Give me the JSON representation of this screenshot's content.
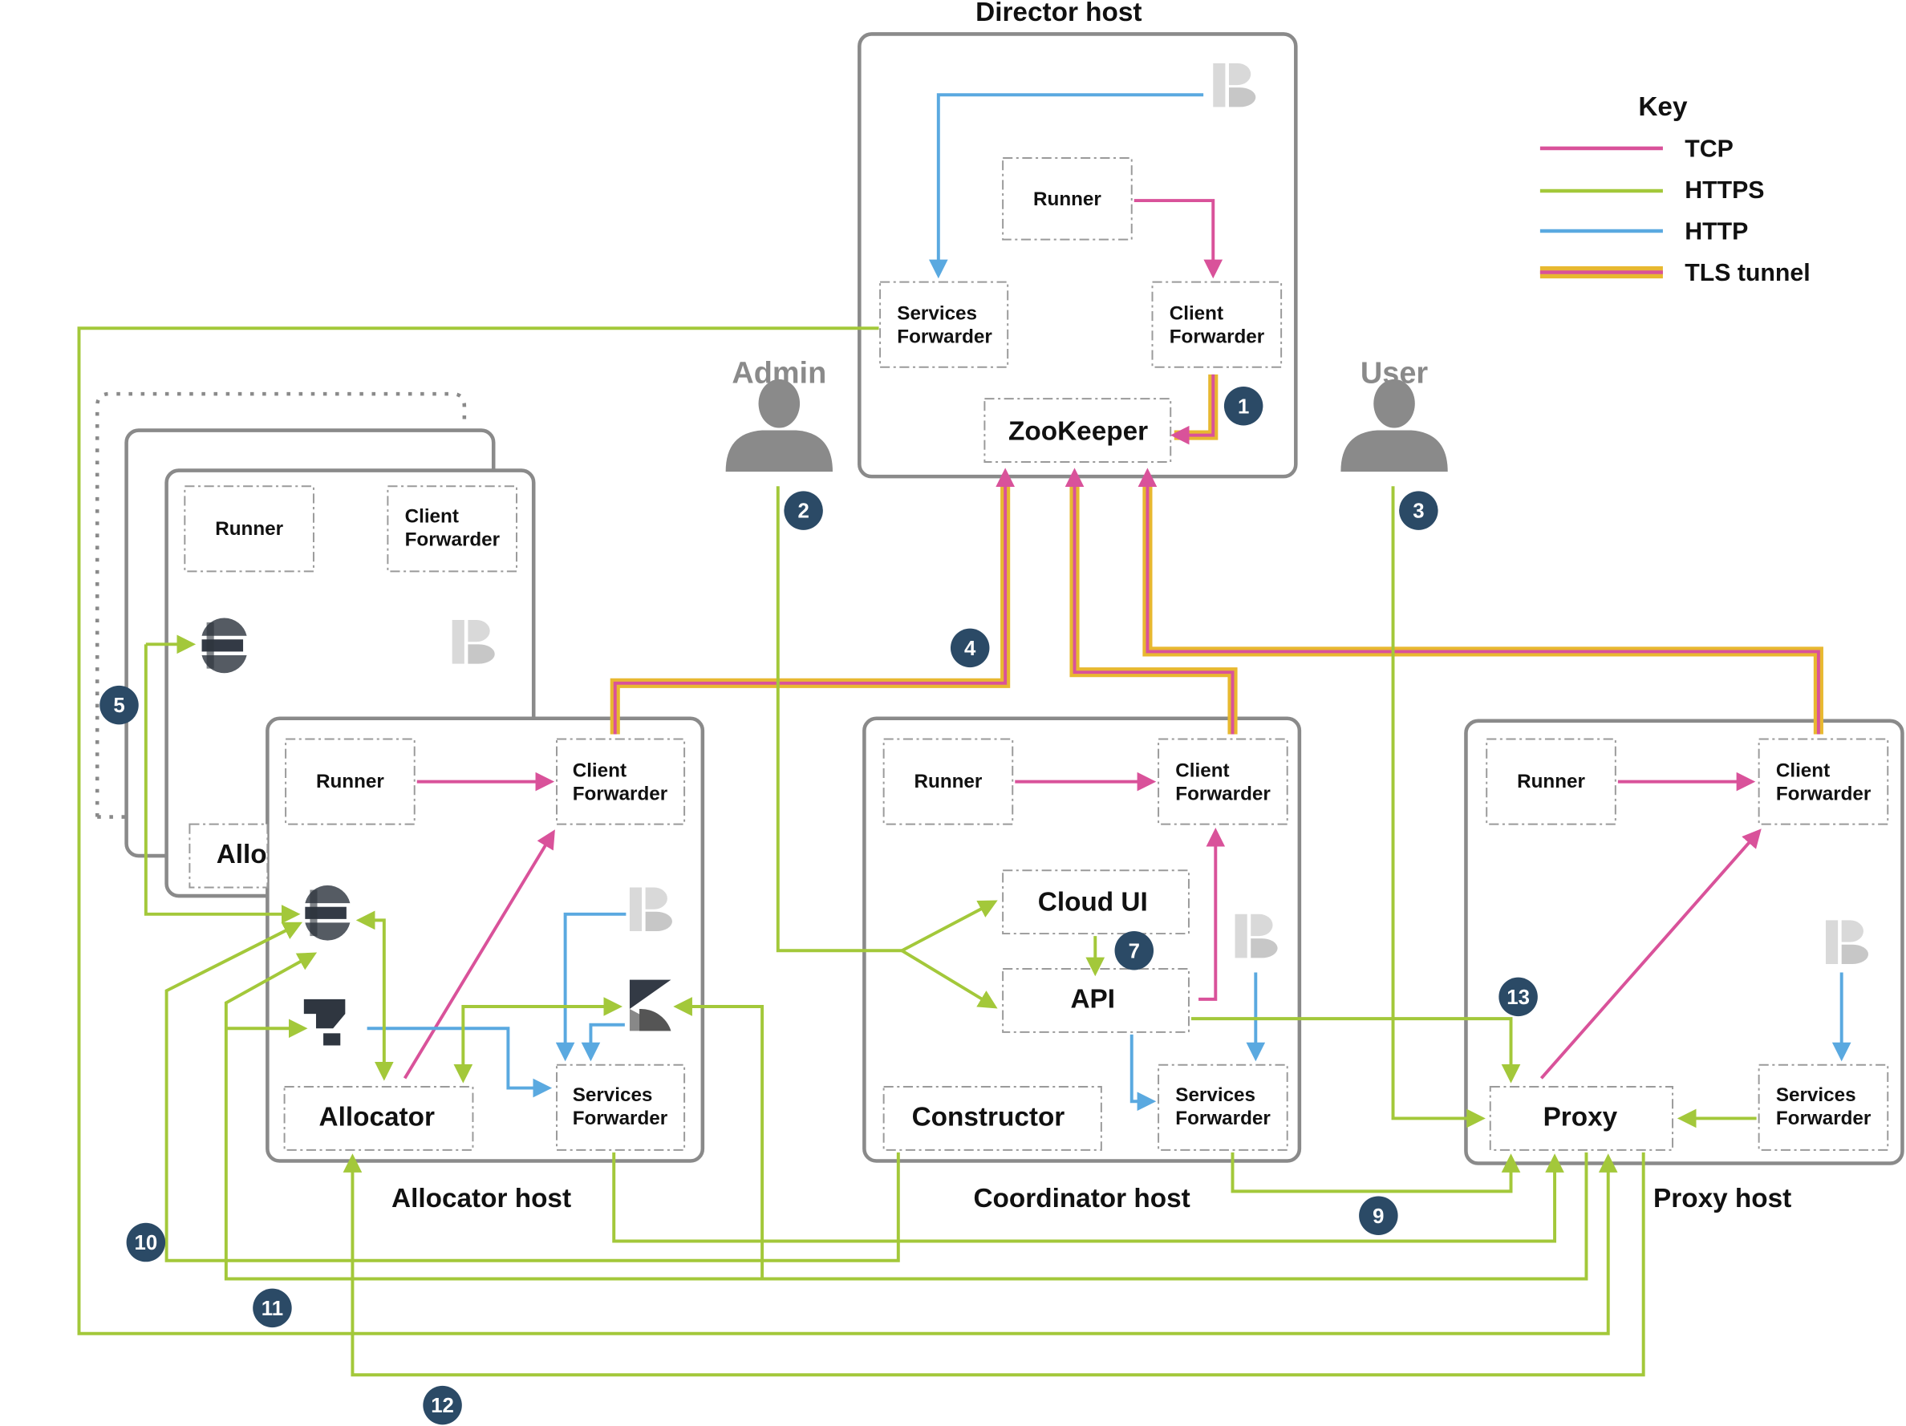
{
  "hosts": {
    "director": "Director host",
    "allocator": "Allocator host",
    "coordinator": "Coordinator host",
    "proxy": "Proxy host"
  },
  "components": {
    "runner": "Runner",
    "client_forwarder": [
      "Client",
      "Forwarder"
    ],
    "services_forwarder": [
      "Services",
      "Forwarder"
    ],
    "zookeeper": "ZooKeeper",
    "cloud_ui": "Cloud UI",
    "api": "API",
    "constructor": "Constructor",
    "allocator": "Allocator",
    "allocator_partial": "Allo",
    "proxy": "Proxy"
  },
  "actors": {
    "admin": "Admin",
    "user": "User"
  },
  "legend": {
    "title": "Key",
    "items": [
      {
        "label": "TCP",
        "color": "#d9529a"
      },
      {
        "label": "HTTPS",
        "color": "#a3c83a"
      },
      {
        "label": "HTTP",
        "color": "#5aa9e0"
      },
      {
        "label": "TLS tunnel",
        "color": "#e8b830"
      }
    ]
  },
  "badges": [
    "1",
    "2",
    "3",
    "4",
    "5",
    "7",
    "9",
    "10",
    "11",
    "12",
    "13"
  ],
  "colors": {
    "tcp": "#d9529a",
    "https": "#a3c83a",
    "http": "#5aa9e0",
    "tls": "#e8b830",
    "badge": "#2b4a66",
    "host_border": "#8a8a8a",
    "icon_gray": "#d8d8d8",
    "icon_dark": "#333a45"
  },
  "icons": [
    "beats-icon",
    "elasticsearch-icon",
    "kibana-icon",
    "apm-icon",
    "person-icon"
  ]
}
